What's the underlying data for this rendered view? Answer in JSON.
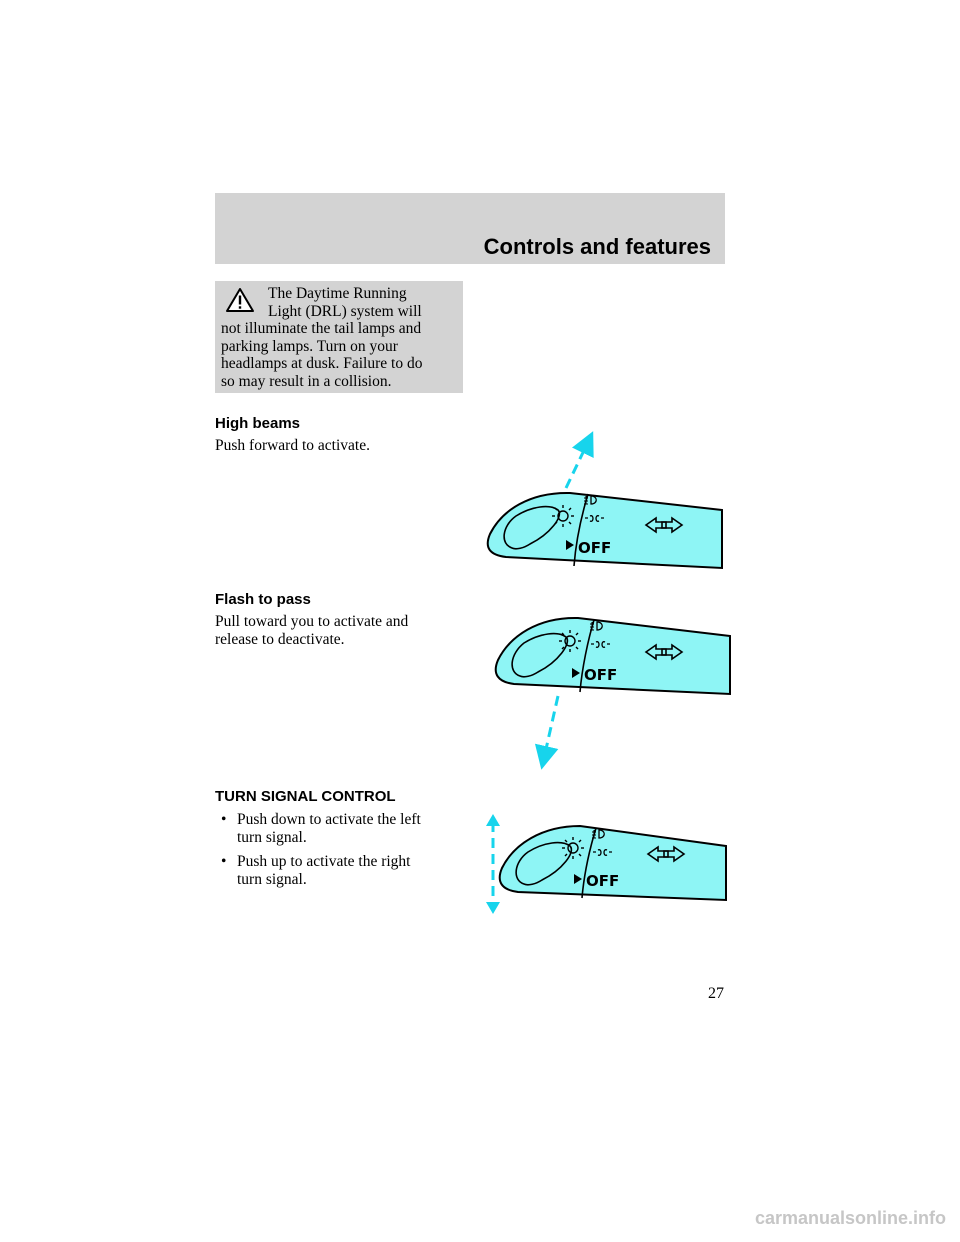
{
  "header": {
    "title": "Controls and features"
  },
  "warning": {
    "lines": [
      "The Daytime Running",
      "Light (DRL) system will",
      "not illuminate the tail lamps and",
      "parking lamps. Turn on your",
      "headlamps at dusk. Failure to do",
      "so may result in a collision."
    ]
  },
  "sections": {
    "high_beams": {
      "heading": "High beams",
      "text": "Push forward to activate."
    },
    "flash_to_pass": {
      "heading": "Flash to pass",
      "lines": [
        "Pull toward you to activate and",
        "release to deactivate."
      ]
    },
    "turn_signal": {
      "heading": "TURN SIGNAL CONTROL",
      "bullet": "•",
      "items": [
        {
          "lines": [
            "Push down to activate the left",
            "turn signal."
          ]
        },
        {
          "lines": [
            "Push up to activate the right",
            "turn signal."
          ]
        }
      ]
    }
  },
  "stalk": {
    "off_label": "OFF"
  },
  "colors": {
    "stalk_fill": "#8ef5f5",
    "arrow": "#17d4ec",
    "band": "#d3d3d3"
  },
  "page_number": "27",
  "footer": {
    "watermark": "carmanualsonline.info"
  }
}
